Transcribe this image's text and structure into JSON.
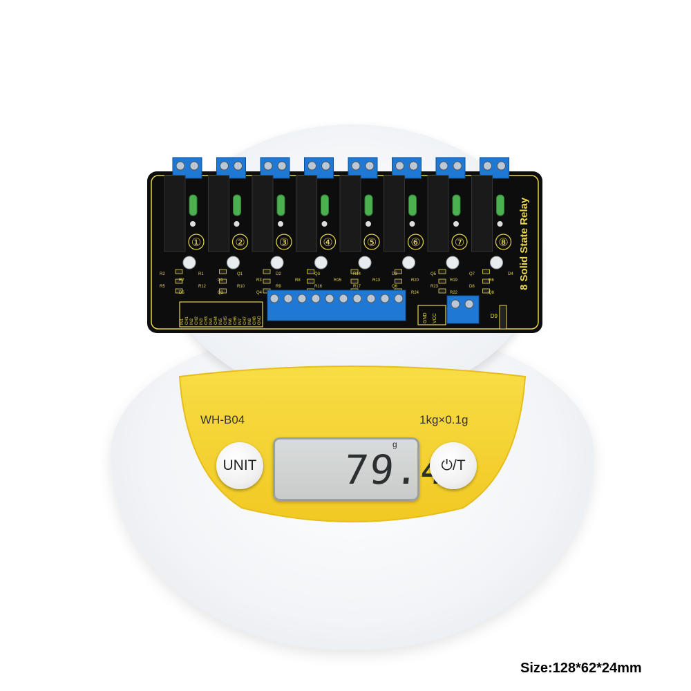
{
  "scale": {
    "model": "WH-B04",
    "capacity": "1kg×0.1g",
    "display": {
      "reading": "79.4",
      "unit": "g"
    },
    "buttons": {
      "unit_label": "UNIT",
      "tare_label": "⏻/T"
    },
    "colors": {
      "panel": "#f5d230",
      "body": "#eef1f5"
    }
  },
  "board": {
    "title": "8 Solid State Relay",
    "channels": [
      "①",
      "②",
      "③",
      "④",
      "⑤",
      "⑥",
      "⑦",
      "⑧"
    ],
    "inputs": [
      "IN1",
      "CH1",
      "IN2",
      "CH2",
      "IN3",
      "CH3",
      "IN4",
      "CH4",
      "IN5",
      "CH5",
      "IN6",
      "CH6",
      "IN7",
      "CH7",
      "IN8",
      "CH8",
      "GND"
    ],
    "power": [
      "GND",
      "VCC"
    ],
    "labels": [
      "R2",
      "R7",
      "R1",
      "D1",
      "Q1",
      "R3",
      "D2",
      "R8",
      "Q3",
      "R15",
      "R14",
      "R13",
      "D3",
      "R20",
      "Q5",
      "R19",
      "Q7",
      "R6",
      "D4",
      "R5",
      "D5",
      "R12",
      "Q2",
      "R10",
      "Q4",
      "R9",
      "D6",
      "R16",
      "D7",
      "R17",
      "R18",
      "Q6",
      "R24",
      "R23",
      "R22",
      "D8",
      "Q8",
      "D9"
    ],
    "colors": {
      "pcb": "#0d0d0d",
      "terminal": "#1e78d4",
      "silk": "#e8d84a"
    }
  },
  "caption": "Size:128*62*24mm"
}
